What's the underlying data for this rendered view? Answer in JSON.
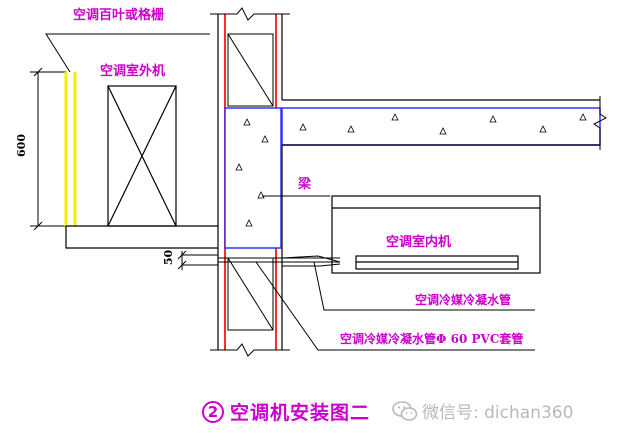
{
  "labels": {
    "louver": "空调百叶或格栅",
    "outdoor_unit": "空调室外机",
    "beam": "梁",
    "indoor_unit": "空调室内机",
    "condensate_pipe": "空调冷媒冷凝水管",
    "pipe_sleeve": "空调冷媒冷凝水管Φ 60 PVC套管"
  },
  "dimensions": {
    "height": "600",
    "offset": "50"
  },
  "title": {
    "number": "2",
    "text": "空调机安装图二"
  },
  "watermark": {
    "text": "微信号: dichan360",
    "icon": "wechat-icon"
  },
  "colors": {
    "label": "#cc00cc",
    "wall_red": "#ff2a2a",
    "louver_yellow": "#f2f200",
    "wall_blue": "#3333ff",
    "line": "#000000",
    "watermark": "#b9b9b9"
  }
}
